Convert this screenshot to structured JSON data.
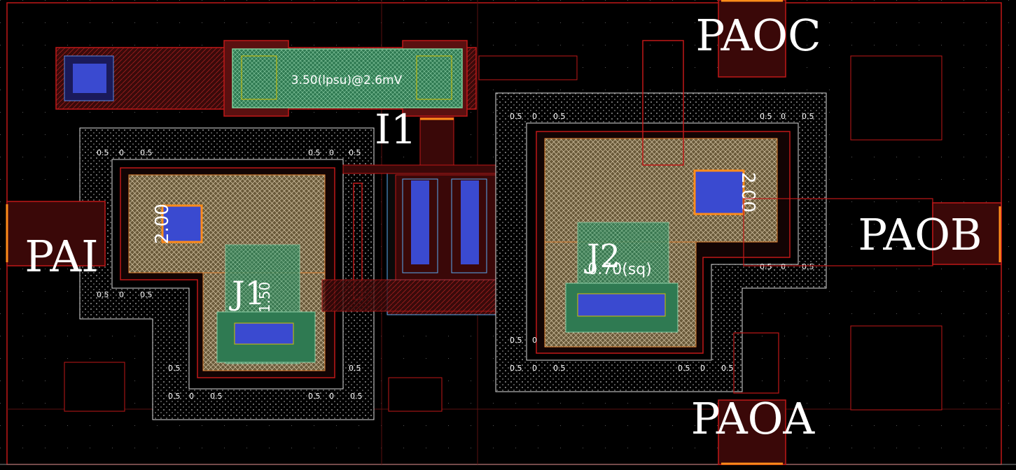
{
  "port_labels": {
    "pai": "PAI",
    "paob": "PAOB",
    "paoc": "PAOC",
    "paoa": "PAOA"
  },
  "instance_labels": {
    "i1": "I1",
    "j1": "J1",
    "j2": "J2"
  },
  "annotations": {
    "resistor": "3.50(lpsu)@2.6mV",
    "area_j2": "0.70(sq)",
    "via_j1": "2.00",
    "via_j2": "2.00",
    "j1_size": "1.50"
  },
  "spacing_marks": {
    "half": "0.5",
    "zero": "0"
  },
  "colors": {
    "background": "#000000",
    "boundary": "#c0c0c0",
    "metal_red": "#c01818",
    "metal_dark": "#5a0c0c",
    "via_blue": "#3a4ad0",
    "orange": "#ff8c1a",
    "green": "#2e8b57",
    "yellow": "#c8b400",
    "white": "#ffffff"
  }
}
